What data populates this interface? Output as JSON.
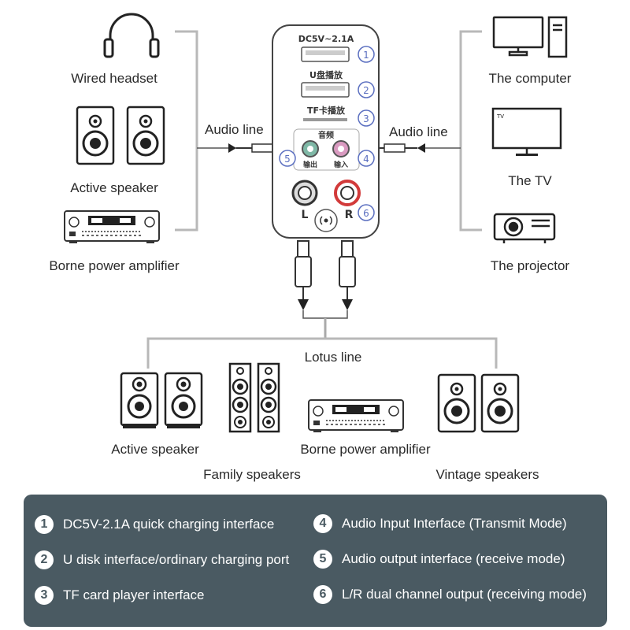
{
  "device": {
    "port1_label": "DC5V~2.1A",
    "port2_label": "U盘播放",
    "port3_label": "TF卡播放",
    "audio_label": "音频",
    "out_label": "输出",
    "in_label": "输入",
    "left_label": "L",
    "right_label": "R",
    "markers": [
      "1",
      "2",
      "3",
      "4",
      "5",
      "6"
    ]
  },
  "left_sources": [
    "Wired headset",
    "Active speaker",
    "Borne power amplifier"
  ],
  "right_sources": [
    "The computer",
    "The TV",
    "The projector"
  ],
  "tv_screen_label": "TV",
  "audio_line_left": "Audio line",
  "audio_line_right": "Audio line",
  "lotus_line": "Lotus line",
  "bottom_devices": {
    "active_speaker": "Active speaker",
    "family_speakers": "Family speakers",
    "borne_amp": "Borne power amplifier",
    "vintage_speakers": "Vintage speakers"
  },
  "legend": [
    {
      "num": "1",
      "text": "DC5V-2.1A quick charging interface"
    },
    {
      "num": "2",
      "text": "U disk interface/ordinary charging port"
    },
    {
      "num": "3",
      "text": "TF card player interface"
    },
    {
      "num": "4",
      "text": "Audio Input Interface (Transmit Mode)"
    },
    {
      "num": "5",
      "text": "Audio output interface (receive mode)"
    },
    {
      "num": "6",
      "text": "L/R dual channel output (receiving mode)"
    }
  ],
  "colors": {
    "legend_bg": "#4a5a62",
    "marker": "#5b6fc0",
    "rca_right": "#d23a3a",
    "jack_out": "#7fb8a6",
    "jack_in": "#d99ac0"
  }
}
